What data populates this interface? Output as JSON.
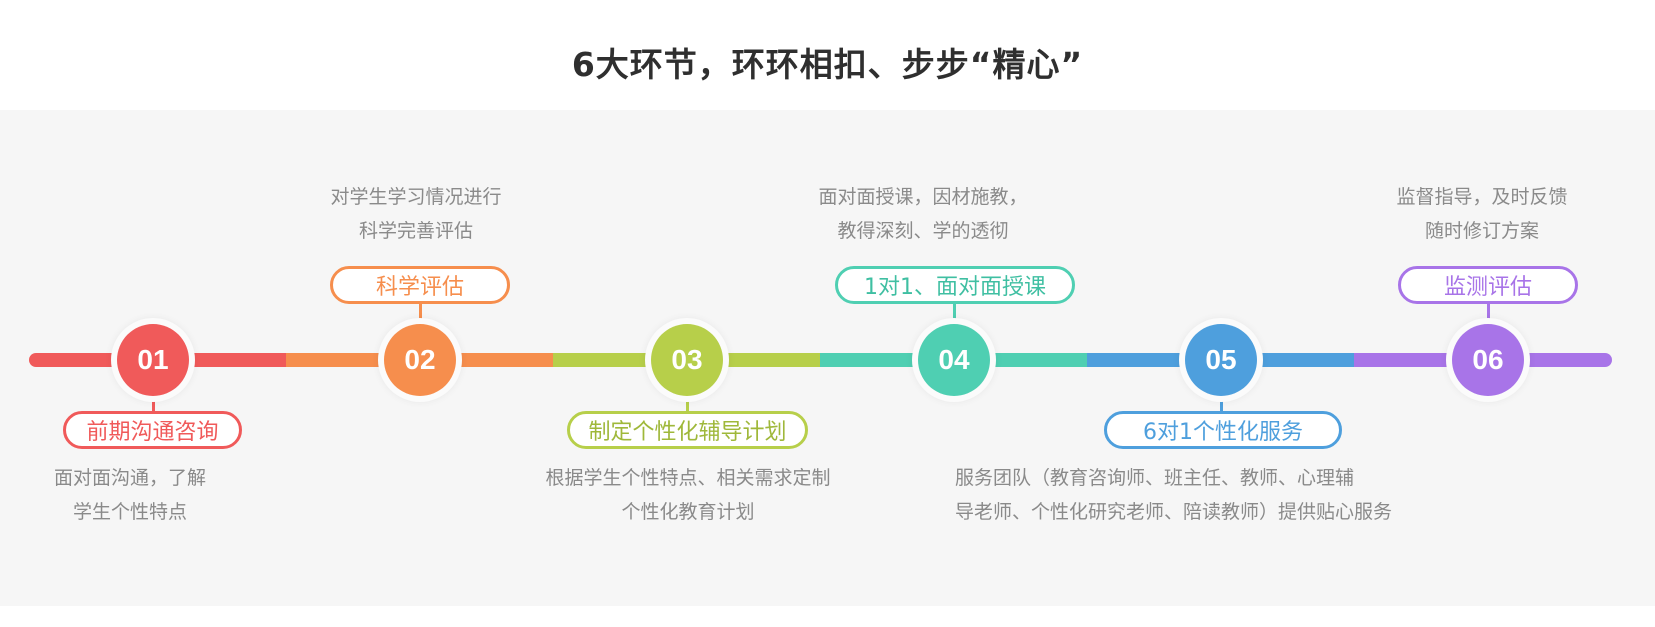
{
  "title": "6大环节，环环相扣、步步“精心”",
  "steps": [
    {
      "num": "01",
      "label": "前期沟通咨询",
      "desc": [
        "面对面沟通，了解",
        "学生个性特点"
      ],
      "color": "#f05a5a"
    },
    {
      "num": "02",
      "label": "科学评估",
      "desc": [
        "对学生学习情况进行",
        "科学完善评估"
      ],
      "color": "#f68e4d"
    },
    {
      "num": "03",
      "label": "制定个性化辅导计划",
      "desc": [
        "根据学生个性特点、相关需求定制",
        "个性化教育计划"
      ],
      "color": "#b7cf4a"
    },
    {
      "num": "04",
      "label": "1对1、面对面授课",
      "desc": [
        "面对面授课，因材施教，",
        "教得深刻、学的透彻"
      ],
      "color": "#4fcfb2"
    },
    {
      "num": "05",
      "label": "6对1个性化服务",
      "desc": [
        "服务团队（教育咨询师、班主任、教师、心理辅",
        "导老师、个性化研究老师、陪读教师）提供贴心服务"
      ],
      "color": "#4e9fdd"
    },
    {
      "num": "06",
      "label": "监测评估",
      "desc": [
        "监督指导，及时反馈",
        "随时修订方案"
      ],
      "color": "#a874e8"
    }
  ]
}
